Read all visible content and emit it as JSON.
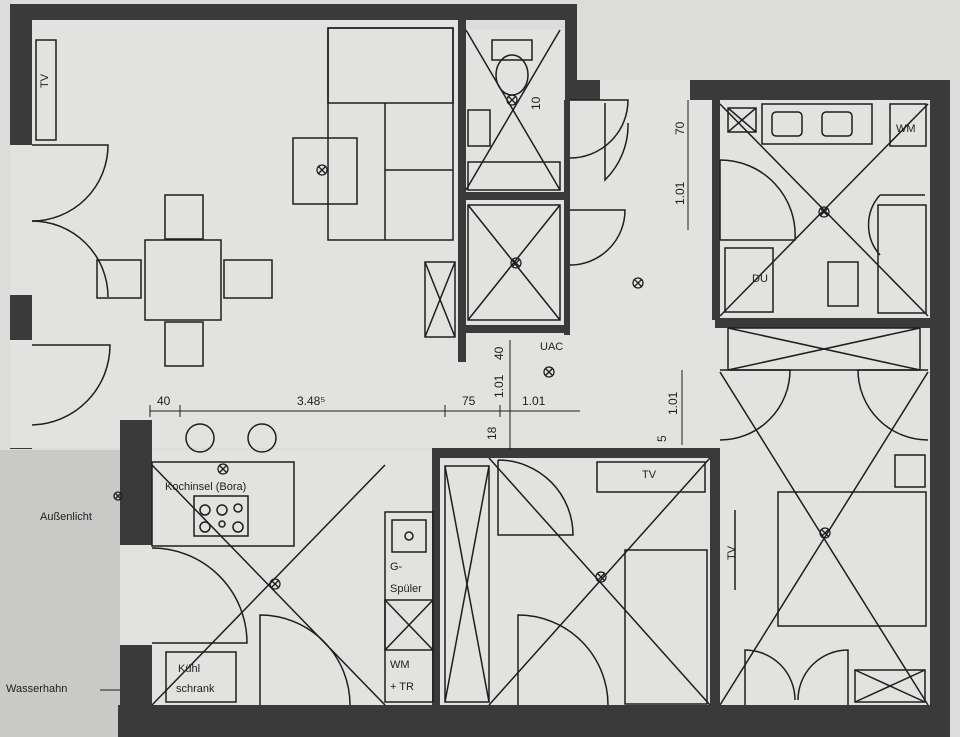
{
  "colors": {
    "paper": "#dcdcda",
    "floor": "#e2e2e0",
    "wall": "#3a3a3a",
    "line": "#1e1e1e",
    "outside": "#c9c9c7"
  },
  "labels": {
    "tv_living": "TV",
    "kochinsel": "Kochinsel (Bora)",
    "aussenlicht": "Außenlicht",
    "wasserhahn": "Wasserhahn",
    "kuehl_1": "Kühl",
    "kuehl_2": "schrank",
    "gspueler_1": "G-",
    "gspueler_2": "Spüler",
    "wm_tr_1": "WM",
    "wm_tr_2": "+ TR",
    "wm_bath": "WM",
    "du": "DU",
    "uac": "UAC",
    "tv_bed1": "TV",
    "tv_bed2": "TV"
  },
  "dimensions": {
    "d40a": "40",
    "d348": "3.48⁵",
    "d75": "75",
    "d101a": "1.01",
    "d40b": "40",
    "d101b": "1.01",
    "d18": "18",
    "d10": "10",
    "d70": "70",
    "d101c": "1.01",
    "d101d": "1.01",
    "d5": "5"
  }
}
